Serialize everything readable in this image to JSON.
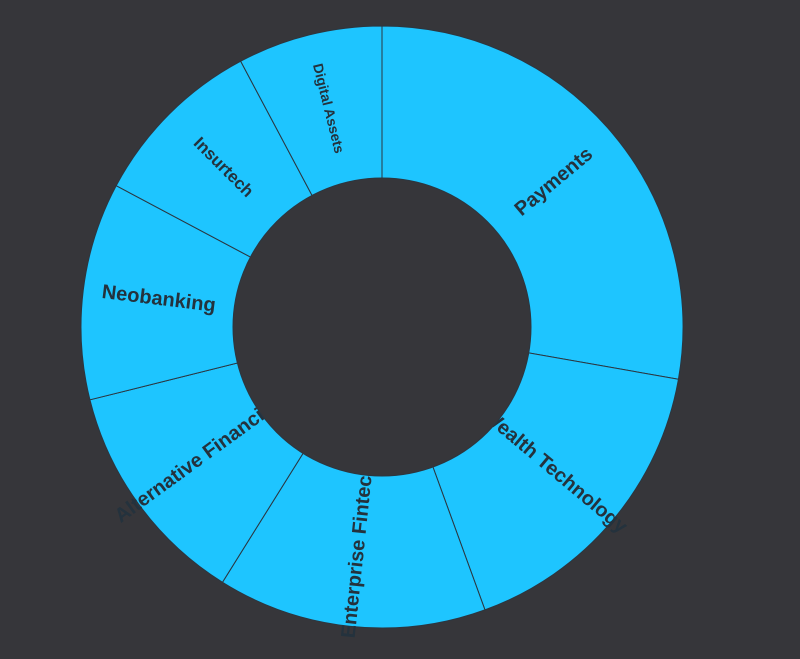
{
  "chart_data": {
    "type": "pie",
    "variant": "donut",
    "title": "",
    "colors": {
      "background": "#36363a",
      "slice": "#1ec5ff",
      "divider": "#2b3640",
      "label": "#24323d"
    },
    "slices": [
      {
        "label": "Payments",
        "value": 25
      },
      {
        "label": "Wealth Technology",
        "value": 15
      },
      {
        "label": "Enterprise Fintech",
        "value": 13
      },
      {
        "label": "Alternative Financing",
        "value": 11
      },
      {
        "label": "Neobanking",
        "value": 10.5
      },
      {
        "label": "Insurtech",
        "value": 8.5
      },
      {
        "label": "Digital Assets",
        "value": 7
      }
    ]
  }
}
